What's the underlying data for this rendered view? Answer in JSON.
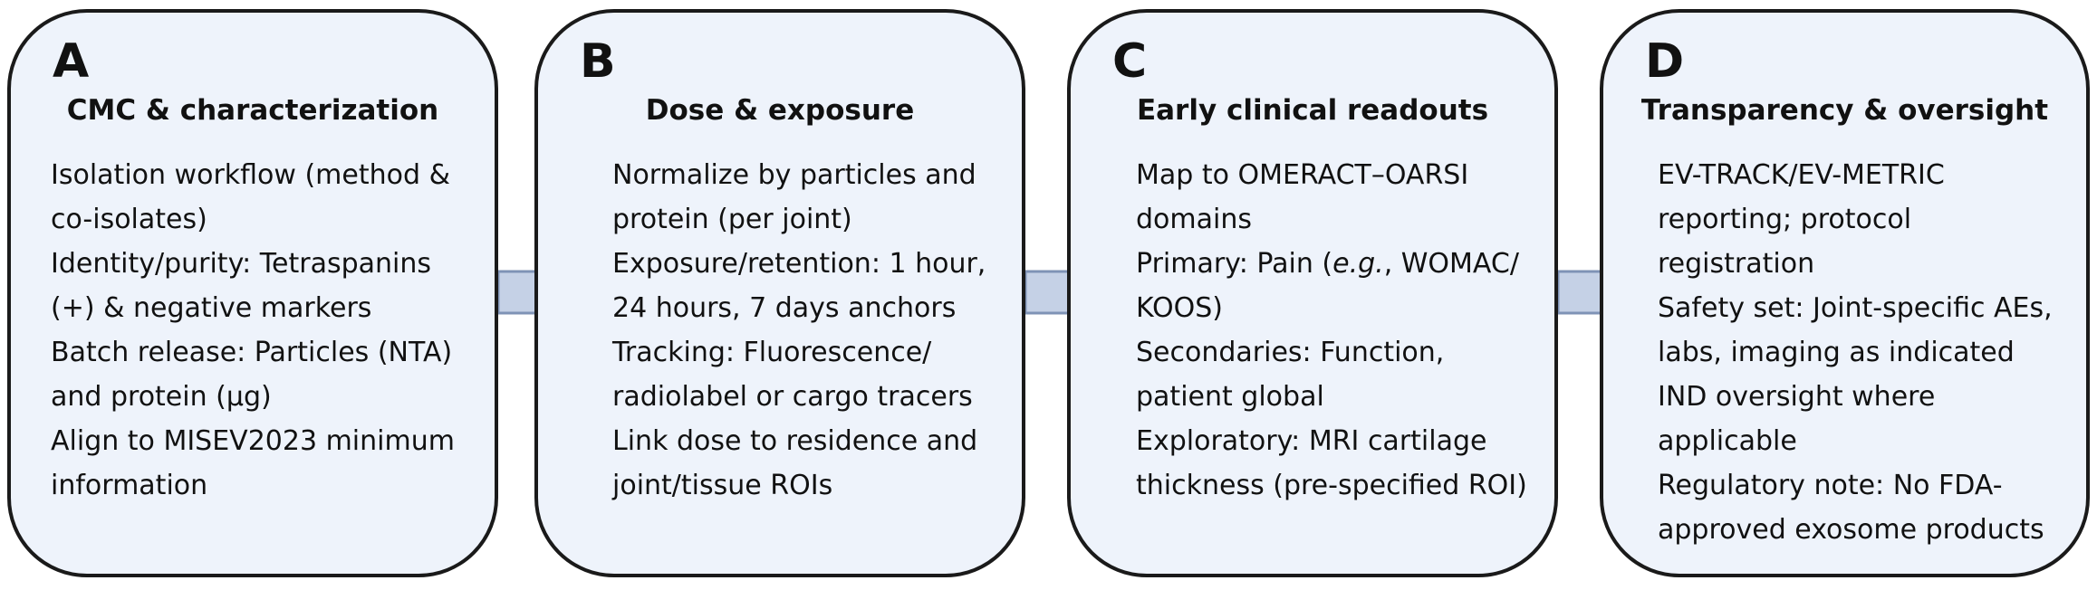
{
  "colors": {
    "panel_fill": "#eef3fb",
    "panel_border": "#1a1a1a",
    "arrow_fill": "#c5d1e6",
    "arrow_stroke": "#7f93b6"
  },
  "panels": [
    {
      "letter": "A",
      "title": "CMC & characterization",
      "items": [
        [
          "Isolation workflow (method &",
          "co-isolates)"
        ],
        [
          "Identity/purity: Tetraspanins",
          "(+) & negative markers"
        ],
        [
          "Batch release: Particles (NTA)",
          "and protein (μg)"
        ],
        [
          "Align to MISEV2023 minimum",
          "information"
        ]
      ]
    },
    {
      "letter": "B",
      "title": "Dose & exposure",
      "items": [
        [
          "Normalize by particles and",
          "protein (per joint)"
        ],
        [
          "Exposure/retention: 1 hour,",
          "24 hours, 7 days anchors"
        ],
        [
          "Tracking: Fluorescence/",
          "radiolabel or cargo tracers"
        ],
        [
          "Link dose to residence and",
          "joint/tissue ROIs"
        ]
      ]
    },
    {
      "letter": "C",
      "title": "Early clinical readouts",
      "items": [
        [
          "Map to OMERACT–OARSI",
          "domains"
        ],
        [
          "Primary: Pain (e.g., WOMAC/",
          "KOOS)"
        ],
        [
          "Secondaries: Function,",
          "patient global"
        ],
        [
          "Exploratory: MRI cartilage",
          "thickness (pre-specified ROI)"
        ]
      ]
    },
    {
      "letter": "D",
      "title": "Transparency & oversight",
      "items": [
        [
          "EV-TRACK/EV-METRIC",
          "reporting; protocol",
          "registration"
        ],
        [
          "Safety set: Joint-specific AEs,",
          "labs, imaging as indicated"
        ],
        [
          "IND oversight where",
          "applicable"
        ],
        [
          "Regulatory note: No FDA-",
          "approved exosome products"
        ]
      ]
    }
  ]
}
